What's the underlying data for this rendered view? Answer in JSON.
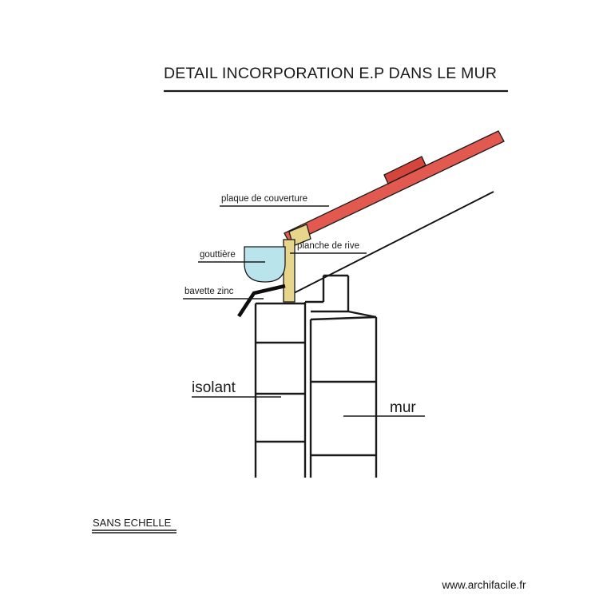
{
  "document": {
    "title": "DETAIL  INCORPORATION E.P  DANS LE MUR",
    "scale_note": "SANS ECHELLE",
    "footer": "www.archifacile.fr",
    "background_color": "#ffffff",
    "ink_color": "#1a1a1a"
  },
  "annotations": {
    "roof_plate": "plaque de couverture",
    "fascia_board": "planche de rive",
    "gutter": "gouttière",
    "zinc_flashing": "bavette zinc",
    "insulation": "isolant",
    "wall": "mur"
  },
  "palette": {
    "roof_red": "#e2594f",
    "roof_red_dark": "#d6453c",
    "roof_red_stroke": "#7a1f1a",
    "board_tan": "#e6d58a",
    "board_tan_stroke": "#8a7a35",
    "gutter_blue": "#b9e4ec",
    "gutter_blue_stroke": "#3a6a72",
    "line_black": "#1a1a1a",
    "paper_white": "#ffffff"
  },
  "drawing_elements": [
    {
      "id": "roof-plate",
      "name": "plaque de couverture",
      "type": "sloped-band",
      "color": "#e2594f"
    },
    {
      "id": "roof-plate-overlap",
      "name": "recouvrement plaque",
      "type": "sloped-band-segment",
      "color": "#d6453c"
    },
    {
      "id": "rafter-line",
      "name": "ligne de chevron",
      "type": "line"
    },
    {
      "id": "slope-line",
      "name": "ligne de pente inferieure",
      "type": "line"
    },
    {
      "id": "fascia-board",
      "name": "planche de rive",
      "type": "vertical-bar",
      "color": "#e6d58a"
    },
    {
      "id": "fascia-cleat",
      "name": "cale de rive",
      "type": "tilted-block",
      "color": "#e6d58a"
    },
    {
      "id": "gutter-bowl",
      "name": "gouttiere",
      "type": "u-profile",
      "color": "#b9e4ec"
    },
    {
      "id": "zinc-flashing",
      "name": "bavette zinc",
      "type": "bent-line"
    },
    {
      "id": "insulation-column",
      "name": "isolant",
      "type": "wall-column"
    },
    {
      "id": "wall-column",
      "name": "mur",
      "type": "wall-column"
    }
  ]
}
